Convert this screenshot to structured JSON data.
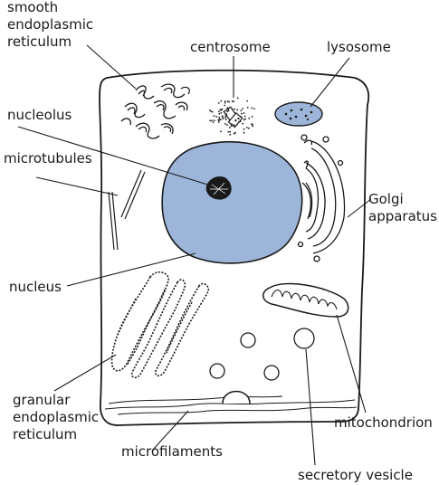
{
  "labels": {
    "smooth_er": [
      "smooth",
      "endoplasmic",
      "reticulum"
    ],
    "centrosome": "centrosome",
    "lysosome": "lysosome",
    "nucleolus": "nucleolus",
    "microtubules": "microtubules",
    "golgi": [
      "Golgi",
      "apparatus"
    ],
    "nucleus": "nucleus",
    "granular_er": [
      "granular",
      "endoplasmic",
      "reticulum"
    ],
    "mitochondrion": "mitochondrion",
    "microfilaments": "microfilaments",
    "secretory_vesicle": "secretory vesicle"
  },
  "colors": {
    "nucleus_fill": "#9db5d9",
    "lysosome_fill": "#9db5d9",
    "outline": "#1a1a1a"
  }
}
